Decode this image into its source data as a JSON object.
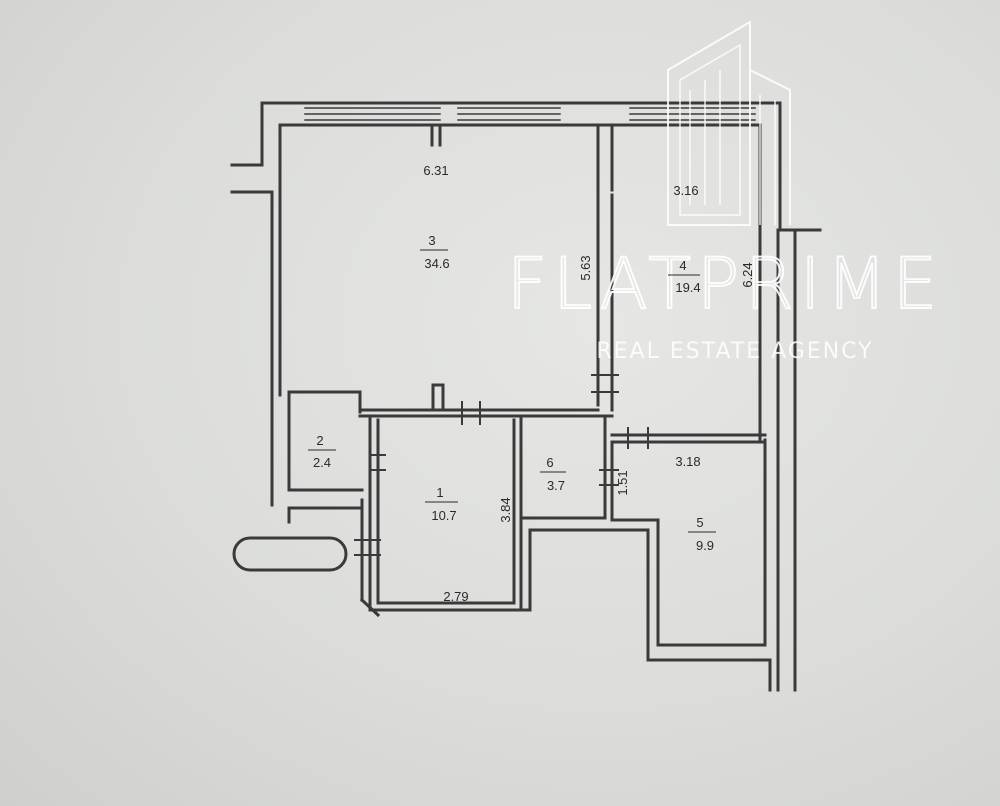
{
  "watermark": {
    "brand": "FLATPRIME",
    "tagline": "REAL ESTATE AGENCY"
  },
  "rooms": [
    {
      "number": "1",
      "area": "10.7"
    },
    {
      "number": "2",
      "area": "2.4"
    },
    {
      "number": "3",
      "area": "34.6"
    },
    {
      "number": "4",
      "area": "19.4"
    },
    {
      "number": "5",
      "area": "9.9"
    },
    {
      "number": "6",
      "area": "3.7"
    }
  ],
  "dimensions": {
    "room3_width": "6.31",
    "room3_length": "5.63",
    "room4_width": "3.16",
    "room4_length": "6.24",
    "room5_width": "3.18",
    "room6_length": "1.51",
    "room1_length": "3.84",
    "room1_width": "2.79"
  }
}
